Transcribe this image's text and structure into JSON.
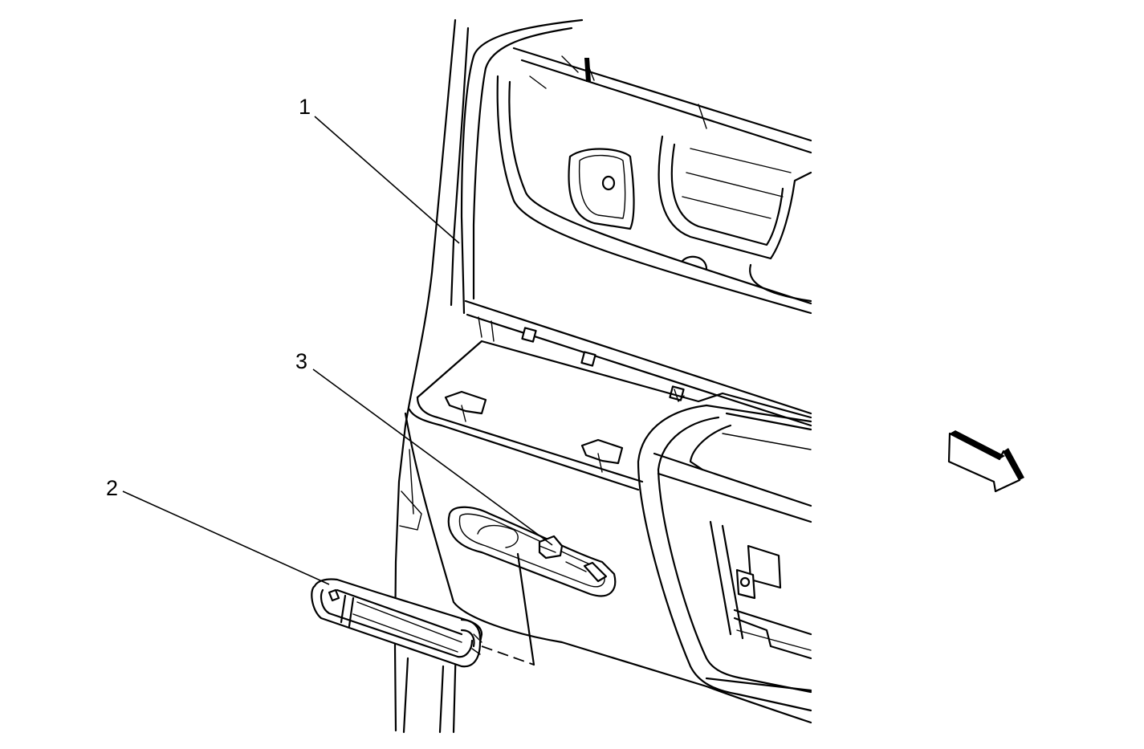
{
  "callouts": [
    {
      "id": "1",
      "text": "1"
    },
    {
      "id": "2",
      "text": "2"
    },
    {
      "id": "3",
      "text": "3"
    }
  ],
  "colors": {
    "stroke": "#000000",
    "background": "#ffffff"
  },
  "icons": {
    "direction_arrow": "forward-direction-arrow-icon"
  }
}
